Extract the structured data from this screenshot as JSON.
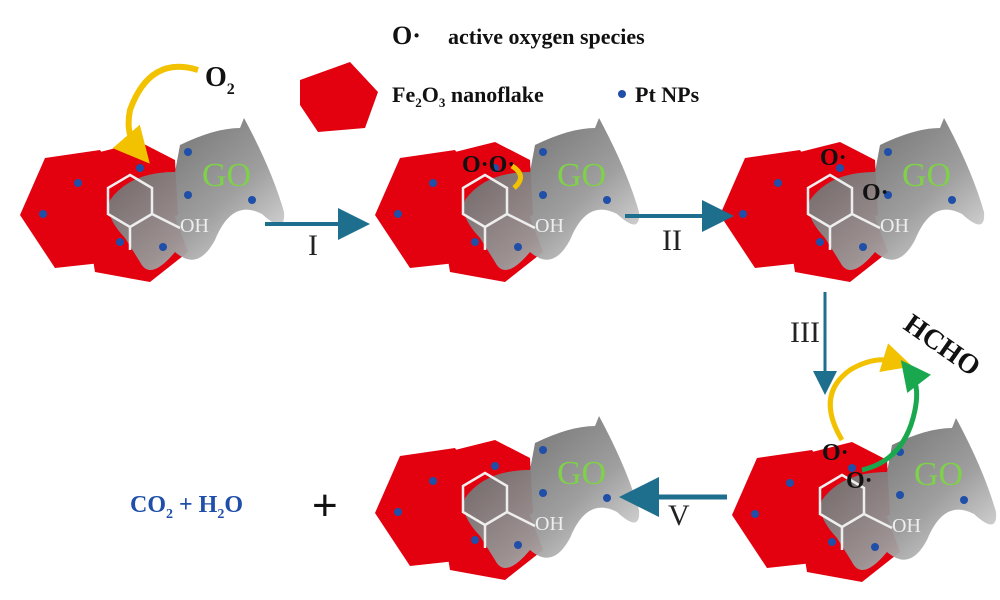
{
  "legend": {
    "radical_symbol": "O·",
    "radical_label": "active oxygen species",
    "flake_label_fe": "Fe",
    "flake_label_sub1": "2",
    "flake_label_o": "O",
    "flake_label_sub2": "3",
    "flake_label_rest": " nanoflake",
    "pt_label": "Pt NPs"
  },
  "labels": {
    "go": "GO",
    "oh": "OH",
    "o2_o": "O",
    "o2_sub": "2",
    "o_radical": "O·",
    "oo_radical": "O·O·",
    "hcho": "HCHO",
    "co2": "CO",
    "co2_sub": "2",
    "plus_small": " + H",
    "h2o_sub": "2",
    "h2o_o": "O",
    "plus": "+"
  },
  "steps": [
    "I",
    "II",
    "III",
    "V"
  ],
  "colors": {
    "flake": "#e3000f",
    "pt": "#1f4fa8",
    "go_text": "#7fd14a",
    "arrow": "#1e6e8e",
    "yellow": "#f2c200",
    "green": "#1aa84f"
  }
}
